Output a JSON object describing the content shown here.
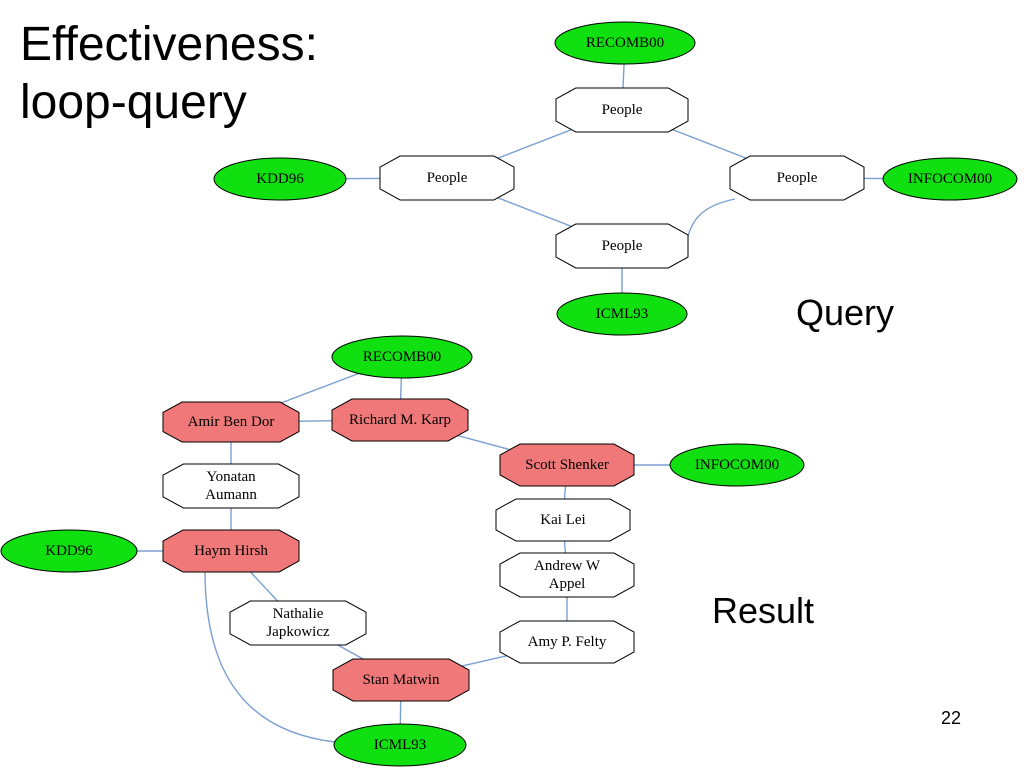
{
  "slide": {
    "title_line1": "Effectiveness:",
    "title_line2": "loop-query",
    "query_caption": "Query",
    "result_caption": "Result",
    "slide_number": "22"
  },
  "query_graph": {
    "nodes": [
      {
        "id": "q-recomb00",
        "kind": "venue",
        "lines": [
          "RECOMB00"
        ]
      },
      {
        "id": "q-people-top",
        "kind": "person",
        "lines": [
          "People"
        ]
      },
      {
        "id": "q-kdd96",
        "kind": "venue",
        "lines": [
          "KDD96"
        ]
      },
      {
        "id": "q-people-left",
        "kind": "person",
        "lines": [
          "People"
        ]
      },
      {
        "id": "q-people-right",
        "kind": "person",
        "lines": [
          "People"
        ]
      },
      {
        "id": "q-infocom00",
        "kind": "venue",
        "lines": [
          "INFOCOM00"
        ]
      },
      {
        "id": "q-people-bottom",
        "kind": "person",
        "lines": [
          "People"
        ]
      },
      {
        "id": "q-icml93",
        "kind": "venue",
        "lines": [
          "ICML93"
        ]
      }
    ],
    "edges": [
      [
        "q-recomb00",
        "q-people-top"
      ],
      [
        "q-people-top",
        "q-people-left"
      ],
      [
        "q-people-top",
        "q-people-right"
      ],
      [
        "q-kdd96",
        "q-people-left"
      ],
      [
        "q-people-right",
        "q-infocom00"
      ],
      [
        "q-people-left",
        "q-people-bottom"
      ],
      [
        "q-people-right",
        "q-people-bottom"
      ],
      [
        "q-people-bottom",
        "q-icml93"
      ]
    ]
  },
  "result_graph": {
    "nodes": [
      {
        "id": "r-recomb00",
        "kind": "venue",
        "lines": [
          "RECOMB00"
        ]
      },
      {
        "id": "r-amir",
        "kind": "person-hit",
        "lines": [
          "Amir Ben Dor"
        ]
      },
      {
        "id": "r-karp",
        "kind": "person-hit",
        "lines": [
          "Richard M. Karp"
        ]
      },
      {
        "id": "r-shenker",
        "kind": "person-hit",
        "lines": [
          "Scott Shenker"
        ]
      },
      {
        "id": "r-infocom00",
        "kind": "venue",
        "lines": [
          "INFOCOM00"
        ]
      },
      {
        "id": "r-yonatan",
        "kind": "person",
        "lines": [
          "Yonatan",
          "Aumann"
        ]
      },
      {
        "id": "r-kailei",
        "kind": "person",
        "lines": [
          "Kai Lei"
        ]
      },
      {
        "id": "r-kdd96",
        "kind": "venue",
        "lines": [
          "KDD96"
        ]
      },
      {
        "id": "r-hirsh",
        "kind": "person-hit",
        "lines": [
          "Haym Hirsh"
        ]
      },
      {
        "id": "r-appel",
        "kind": "person",
        "lines": [
          "Andrew W",
          "Appel"
        ]
      },
      {
        "id": "r-japkowicz",
        "kind": "person",
        "lines": [
          "Nathalie",
          "Japkowicz"
        ]
      },
      {
        "id": "r-felty",
        "kind": "person",
        "lines": [
          "Amy P. Felty"
        ]
      },
      {
        "id": "r-matwin",
        "kind": "person-hit",
        "lines": [
          "Stan Matwin"
        ]
      },
      {
        "id": "r-icml93",
        "kind": "venue",
        "lines": [
          "ICML93"
        ]
      }
    ],
    "edges": [
      [
        "r-recomb00",
        "r-amir"
      ],
      [
        "r-recomb00",
        "r-karp"
      ],
      [
        "r-amir",
        "r-karp"
      ],
      [
        "r-karp",
        "r-shenker"
      ],
      [
        "r-shenker",
        "r-infocom00"
      ],
      [
        "r-amir",
        "r-yonatan"
      ],
      [
        "r-yonatan",
        "r-hirsh"
      ],
      [
        "r-kdd96",
        "r-hirsh"
      ],
      [
        "r-shenker",
        "r-kailei"
      ],
      [
        "r-kailei",
        "r-appel"
      ],
      [
        "r-appel",
        "r-felty"
      ],
      [
        "r-hirsh",
        "r-japkowicz"
      ],
      [
        "r-japkowicz",
        "r-matwin"
      ],
      [
        "r-felty",
        "r-matwin"
      ],
      [
        "r-matwin",
        "r-icml93"
      ],
      [
        "r-hirsh",
        "r-icml93"
      ]
    ]
  }
}
